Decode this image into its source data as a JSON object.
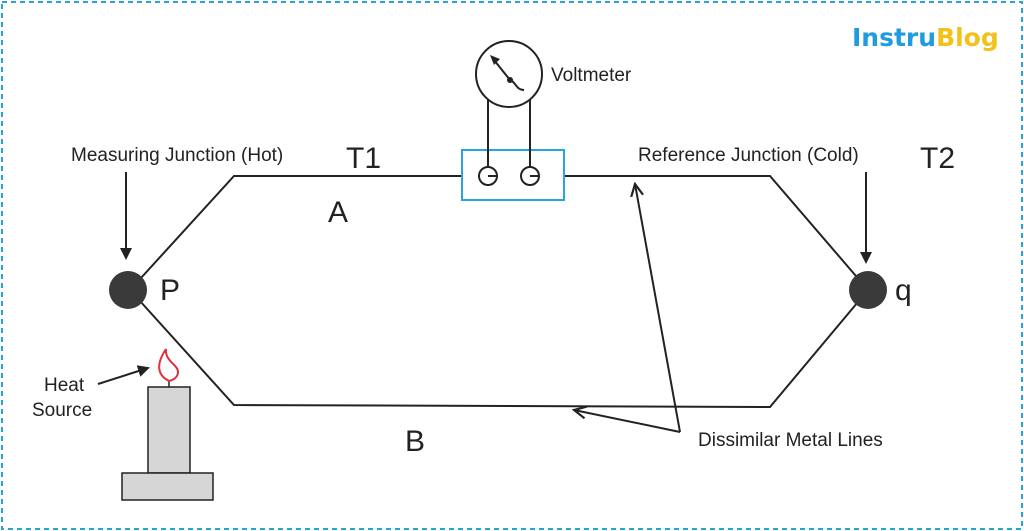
{
  "logo": {
    "part1": "Instru",
    "part2": "Blog",
    "color1": "#1f9be0",
    "color2": "#f2c11a"
  },
  "labels": {
    "voltmeter": "Voltmeter",
    "measuring_junction": "Measuring Junction (Hot)",
    "reference_junction": "Reference Junction (Cold)",
    "t1": "T1",
    "t2": "T2",
    "metal_a": "A",
    "metal_b": "B",
    "junction_p": "P",
    "junction_q": "q",
    "heat_source_line1": "Heat",
    "heat_source_line2": "Source",
    "dissimilar_metal_lines": "Dissimilar Metal Lines"
  },
  "colors": {
    "border": "#29a3dc",
    "terminal_box": "#29a3dc",
    "line": "#222222",
    "junction": "#3a3a3a",
    "candle": "#d6d6d6",
    "flame": "#e0303a"
  }
}
